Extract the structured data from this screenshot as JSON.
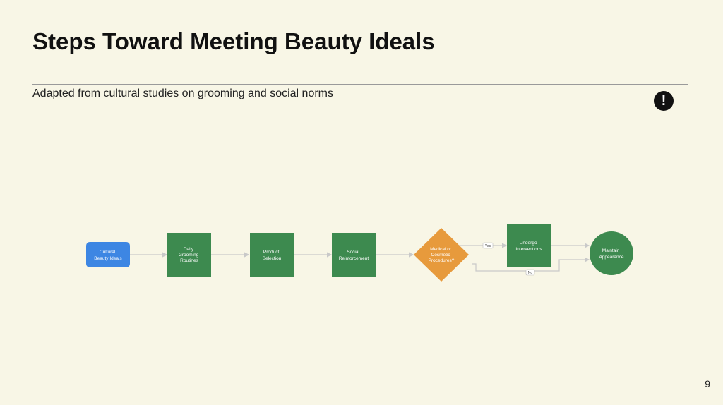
{
  "slide": {
    "title": "Steps Toward Meeting Beauty Ideals",
    "subtitle": "Adapted from cultural studies on grooming and social norms",
    "alert_icon": "exclamation-icon",
    "alert_glyph": "!",
    "page_number": "9"
  },
  "diagram": {
    "colors": {
      "start": "#3d86e3",
      "process": "#3d8a4f",
      "decision": "#e79a3c",
      "end": "#3d8a4f",
      "edge": "#c9c9c9"
    },
    "nodes": {
      "cultural_beauty_ideals": [
        "Cultural",
        "Beauty Ideals"
      ],
      "daily_grooming_routines": [
        "Daily",
        "Grooming",
        "Routines"
      ],
      "product_selection": [
        "Product",
        "Selection"
      ],
      "social_reinforcement": [
        "Social",
        "Reinforcement"
      ],
      "procedures_decision": [
        "Medical or",
        "Cosmetic",
        "Procedures?"
      ],
      "undergo_interventions": [
        "Undergo",
        "Interventions"
      ],
      "maintain_appearance": [
        "Maintain",
        "Appearance"
      ]
    },
    "edges": {
      "yes_label": "Yes",
      "no_label": "No"
    }
  }
}
